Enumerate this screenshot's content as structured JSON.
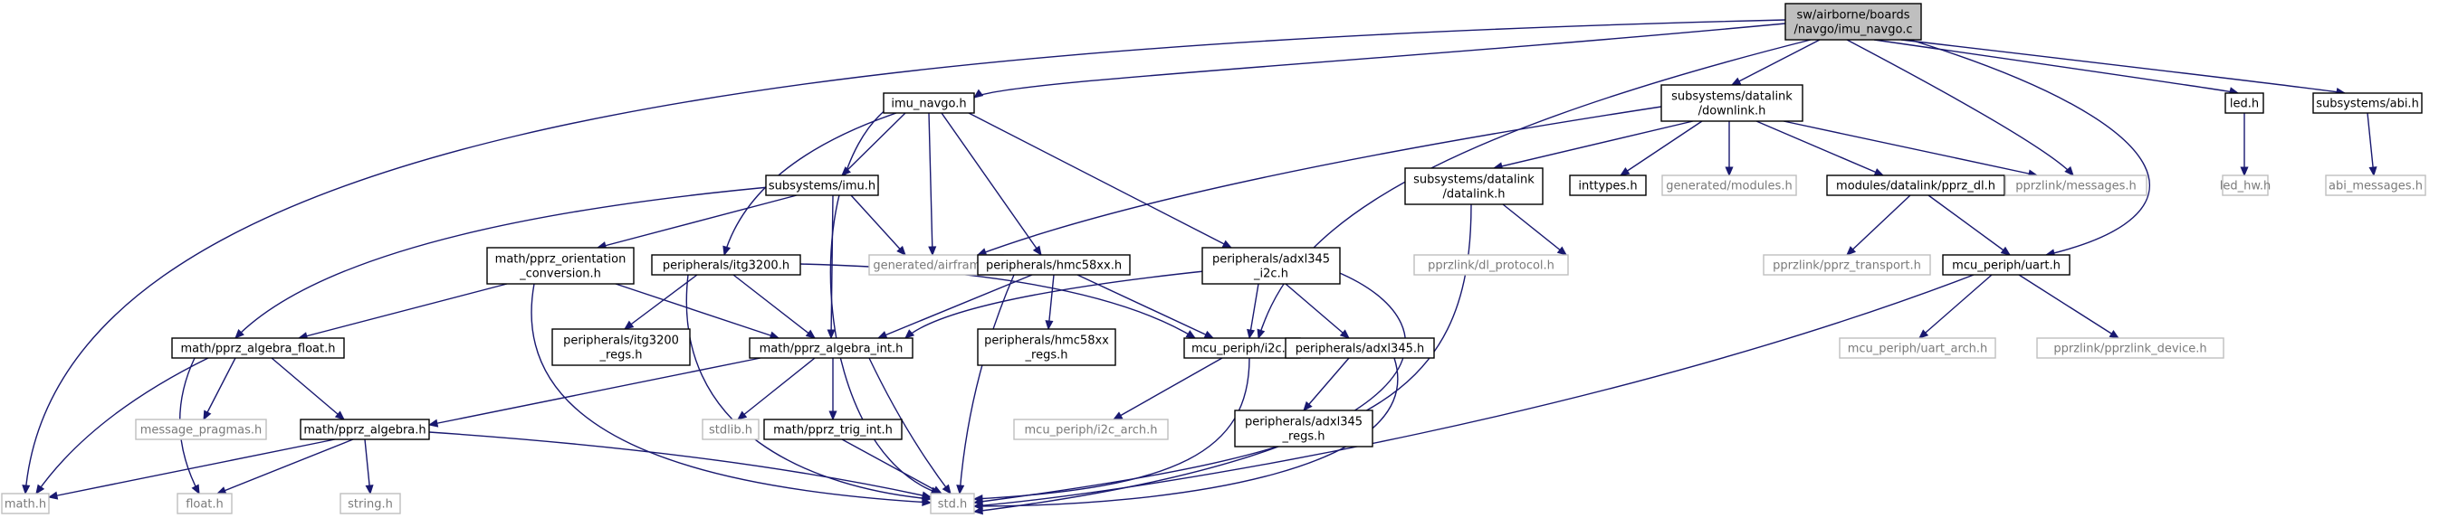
{
  "diagram": {
    "colors": {
      "edge": "#191970",
      "missing_border": "#bfbfbf",
      "root_fill": "#bfbfbf",
      "missing_text": "#7a7a7a"
    },
    "nodes": [
      {
        "id": "root",
        "lines": [
          "sw/airborne/boards",
          "/navgo/imu_navgo.c"
        ],
        "kind": "root"
      },
      {
        "id": "math_h",
        "lines": [
          "math.h"
        ],
        "kind": "missing"
      },
      {
        "id": "imu_navgo_h",
        "lines": [
          "imu_navgo.h"
        ],
        "kind": "normal"
      },
      {
        "id": "downlink_h",
        "lines": [
          "subsystems/datalink",
          "/downlink.h"
        ],
        "kind": "normal"
      },
      {
        "id": "led_h",
        "lines": [
          "led.h"
        ],
        "kind": "normal"
      },
      {
        "id": "abi_h",
        "lines": [
          "subsystems/abi.h"
        ],
        "kind": "normal"
      },
      {
        "id": "imu_h",
        "lines": [
          "subsystems/imu.h"
        ],
        "kind": "normal"
      },
      {
        "id": "airframe_h",
        "lines": [
          "generated/airframe.h"
        ],
        "kind": "missing"
      },
      {
        "id": "datalink_h",
        "lines": [
          "subsystems/datalink",
          "/datalink.h"
        ],
        "kind": "normal"
      },
      {
        "id": "inttypes_h",
        "lines": [
          "inttypes.h"
        ],
        "kind": "normal"
      },
      {
        "id": "modules_h",
        "lines": [
          "generated/modules.h"
        ],
        "kind": "missing"
      },
      {
        "id": "pprz_dl_h",
        "lines": [
          "modules/datalink/pprz_dl.h"
        ],
        "kind": "normal"
      },
      {
        "id": "messages_h",
        "lines": [
          "pprzlink/messages.h"
        ],
        "kind": "missing"
      },
      {
        "id": "led_hw_h",
        "lines": [
          "led_hw.h"
        ],
        "kind": "missing"
      },
      {
        "id": "abi_messages_h",
        "lines": [
          "abi_messages.h"
        ],
        "kind": "missing"
      },
      {
        "id": "orientation_h",
        "lines": [
          "math/pprz_orientation",
          "_conversion.h"
        ],
        "kind": "normal"
      },
      {
        "id": "itg3200_h",
        "lines": [
          "peripherals/itg3200.h"
        ],
        "kind": "normal"
      },
      {
        "id": "hmc58xx_h",
        "lines": [
          "peripherals/hmc58xx.h"
        ],
        "kind": "normal"
      },
      {
        "id": "adxl345_i2c_h",
        "lines": [
          "peripherals/adxl345",
          "_i2c.h"
        ],
        "kind": "normal"
      },
      {
        "id": "dl_protocol_h",
        "lines": [
          "pprzlink/dl_protocol.h"
        ],
        "kind": "missing"
      },
      {
        "id": "pprz_transport_h",
        "lines": [
          "pprzlink/pprz_transport.h"
        ],
        "kind": "missing"
      },
      {
        "id": "uart_h",
        "lines": [
          "mcu_periph/uart.h"
        ],
        "kind": "normal"
      },
      {
        "id": "algebra_float_h",
        "lines": [
          "math/pprz_algebra_float.h"
        ],
        "kind": "normal"
      },
      {
        "id": "itg3200_regs_h",
        "lines": [
          "peripherals/itg3200",
          "_regs.h"
        ],
        "kind": "normal"
      },
      {
        "id": "algebra_int_h",
        "lines": [
          "math/pprz_algebra_int.h"
        ],
        "kind": "normal"
      },
      {
        "id": "hmc58xx_regs_h",
        "lines": [
          "peripherals/hmc58xx",
          "_regs.h"
        ],
        "kind": "normal"
      },
      {
        "id": "i2c_h",
        "lines": [
          "mcu_periph/i2c.h"
        ],
        "kind": "normal"
      },
      {
        "id": "adxl345_h",
        "lines": [
          "peripherals/adxl345.h"
        ],
        "kind": "normal"
      },
      {
        "id": "uart_arch_h",
        "lines": [
          "mcu_periph/uart_arch.h"
        ],
        "kind": "missing"
      },
      {
        "id": "pprzlink_device_h",
        "lines": [
          "pprzlink/pprzlink_device.h"
        ],
        "kind": "missing"
      },
      {
        "id": "message_pragmas_h",
        "lines": [
          "message_pragmas.h"
        ],
        "kind": "missing"
      },
      {
        "id": "algebra_h",
        "lines": [
          "math/pprz_algebra.h"
        ],
        "kind": "normal"
      },
      {
        "id": "stdlib_h",
        "lines": [
          "stdlib.h"
        ],
        "kind": "missing"
      },
      {
        "id": "trig_int_h",
        "lines": [
          "math/pprz_trig_int.h"
        ],
        "kind": "normal"
      },
      {
        "id": "i2c_arch_h",
        "lines": [
          "mcu_periph/i2c_arch.h"
        ],
        "kind": "missing"
      },
      {
        "id": "adxl345_regs_h",
        "lines": [
          "peripherals/adxl345",
          "_regs.h"
        ],
        "kind": "normal"
      },
      {
        "id": "float_h",
        "lines": [
          "float.h"
        ],
        "kind": "missing"
      },
      {
        "id": "string_h",
        "lines": [
          "string.h"
        ],
        "kind": "missing"
      },
      {
        "id": "std_h",
        "lines": [
          "std.h"
        ],
        "kind": "missing"
      }
    ],
    "edges": [
      [
        "root",
        "math_h"
      ],
      [
        "root",
        "imu_navgo_h"
      ],
      [
        "root",
        "downlink_h"
      ],
      [
        "root",
        "led_h"
      ],
      [
        "root",
        "abi_h"
      ],
      [
        "root",
        "i2c_h"
      ],
      [
        "root",
        "messages_h"
      ],
      [
        "root",
        "uart_h"
      ],
      [
        "imu_navgo_h",
        "imu_h"
      ],
      [
        "imu_navgo_h",
        "airframe_h"
      ],
      [
        "imu_navgo_h",
        "itg3200_h"
      ],
      [
        "imu_navgo_h",
        "hmc58xx_h"
      ],
      [
        "imu_navgo_h",
        "adxl345_i2c_h"
      ],
      [
        "imu_navgo_h",
        "std_h"
      ],
      [
        "imu_h",
        "airframe_h"
      ],
      [
        "imu_h",
        "orientation_h"
      ],
      [
        "imu_h",
        "algebra_int_h"
      ],
      [
        "imu_h",
        "algebra_float_h"
      ],
      [
        "downlink_h",
        "airframe_h"
      ],
      [
        "downlink_h",
        "datalink_h"
      ],
      [
        "downlink_h",
        "inttypes_h"
      ],
      [
        "downlink_h",
        "modules_h"
      ],
      [
        "downlink_h",
        "pprz_dl_h"
      ],
      [
        "downlink_h",
        "messages_h"
      ],
      [
        "led_h",
        "led_hw_h"
      ],
      [
        "abi_h",
        "abi_messages_h"
      ],
      [
        "datalink_h",
        "dl_protocol_h"
      ],
      [
        "datalink_h",
        "std_h"
      ],
      [
        "pprz_dl_h",
        "pprz_transport_h"
      ],
      [
        "pprz_dl_h",
        "uart_h"
      ],
      [
        "uart_h",
        "uart_arch_h"
      ],
      [
        "uart_h",
        "pprzlink_device_h"
      ],
      [
        "uart_h",
        "std_h"
      ],
      [
        "orientation_h",
        "algebra_float_h"
      ],
      [
        "orientation_h",
        "algebra_int_h"
      ],
      [
        "orientation_h",
        "std_h"
      ],
      [
        "itg3200_h",
        "itg3200_regs_h"
      ],
      [
        "itg3200_h",
        "algebra_int_h"
      ],
      [
        "itg3200_h",
        "i2c_h"
      ],
      [
        "itg3200_h",
        "std_h"
      ],
      [
        "hmc58xx_h",
        "algebra_int_h"
      ],
      [
        "hmc58xx_h",
        "hmc58xx_regs_h"
      ],
      [
        "hmc58xx_h",
        "i2c_h"
      ],
      [
        "hmc58xx_h",
        "std_h"
      ],
      [
        "adxl345_i2c_h",
        "algebra_int_h"
      ],
      [
        "adxl345_i2c_h",
        "i2c_h"
      ],
      [
        "adxl345_i2c_h",
        "adxl345_h"
      ],
      [
        "adxl345_i2c_h",
        "std_h"
      ],
      [
        "algebra_float_h",
        "message_pragmas_h"
      ],
      [
        "algebra_float_h",
        "algebra_h"
      ],
      [
        "algebra_float_h",
        "math_h"
      ],
      [
        "algebra_float_h",
        "float_h"
      ],
      [
        "algebra_int_h",
        "algebra_h"
      ],
      [
        "algebra_int_h",
        "stdlib_h"
      ],
      [
        "algebra_int_h",
        "trig_int_h"
      ],
      [
        "algebra_int_h",
        "std_h"
      ],
      [
        "i2c_h",
        "i2c_arch_h"
      ],
      [
        "i2c_h",
        "std_h"
      ],
      [
        "adxl345_h",
        "adxl345_regs_h"
      ],
      [
        "adxl345_h",
        "std_h"
      ],
      [
        "algebra_h",
        "math_h"
      ],
      [
        "algebra_h",
        "float_h"
      ],
      [
        "algebra_h",
        "string_h"
      ],
      [
        "algebra_h",
        "std_h"
      ],
      [
        "trig_int_h",
        "std_h"
      ]
    ]
  }
}
